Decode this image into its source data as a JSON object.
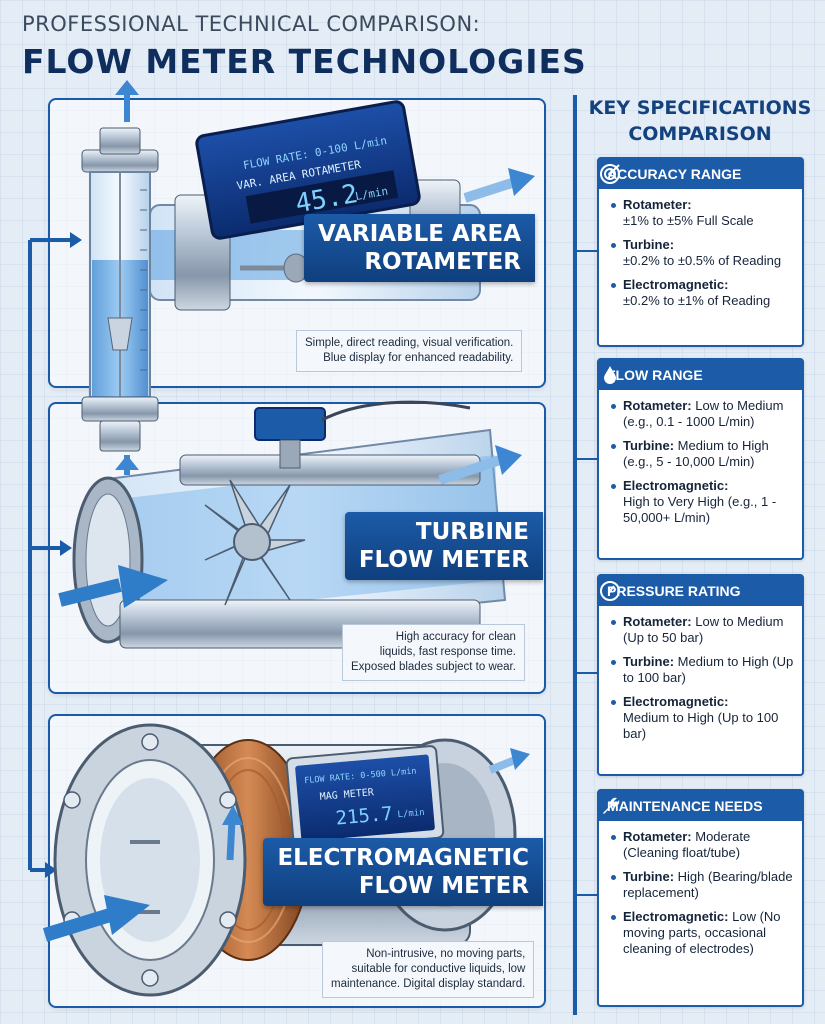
{
  "header": {
    "supertitle": "PROFESSIONAL TECHNICAL COMPARISON:",
    "title": "FLOW METER TECHNOLOGIES"
  },
  "colors": {
    "primary": "#1c5ba8",
    "dark": "#0f3f7e",
    "background": "#e4edf6",
    "display": "#0f2e7a",
    "display_text": "#7fd0ff"
  },
  "meters": [
    {
      "name_line1": "VARIABLE AREA",
      "name_line2": "ROTAMETER",
      "display_line1": "FLOW RATE: 0-100 L/min",
      "display_line2": "VAR. AREA ROTAMETER",
      "display_value": "45.2",
      "display_unit": "L/min",
      "desc_line1": "Simple, direct reading, visual verification.",
      "desc_line2": "Blue display for enhanced readability."
    },
    {
      "name_line1": "TURBINE",
      "name_line2": "FLOW METER",
      "desc_line1": "High accuracy for clean",
      "desc_line2": "liquids, fast response time.",
      "desc_line3": "Exposed blades subject to wear."
    },
    {
      "name_line1": "ELECTROMAGNETIC",
      "name_line2": "FLOW METER",
      "display_line1": "FLOW RATE: 0-500 L/min",
      "display_line2": "MAG METER",
      "display_value": "215.7",
      "display_unit": "L/min",
      "desc_line1": "Non-intrusive, no moving parts,",
      "desc_line2": "suitable for conductive liquids, low",
      "desc_line3": "maintenance. Digital display standard."
    }
  ],
  "specs": {
    "heading_line1": "KEY SPECIFICATIONS",
    "heading_line2": "COMPARISON",
    "cards": [
      {
        "title": "ACCURACY RANGE",
        "icon": "target-icon",
        "items": [
          {
            "name": "Rotameter:",
            "value": "±1% to ±5% Full Scale"
          },
          {
            "name": "Turbine:",
            "value": "±0.2% to ±0.5% of Reading"
          },
          {
            "name": "Electromagnetic:",
            "value": "±0.2% to ±1% of Reading"
          }
        ]
      },
      {
        "title": "FLOW RANGE",
        "icon": "droplet-icon",
        "items": [
          {
            "name": "Rotameter:",
            "value": "Low to Medium (e.g., 0.1 - 1000 L/min)"
          },
          {
            "name": "Turbine:",
            "value": "Medium to High (e.g., 5 - 10,000 L/min)"
          },
          {
            "name": "Electromagnetic:",
            "value": "High to Very High (e.g., 1 - 50,000+ L/min)"
          }
        ]
      },
      {
        "title": "PRESSURE RATING",
        "icon": "gauge-icon",
        "items": [
          {
            "name": "Rotameter:",
            "value": "Low to Medium (Up to 50 bar)"
          },
          {
            "name": "Turbine:",
            "value": "Medium to High (Up to 100 bar)"
          },
          {
            "name": "Electromagnetic:",
            "value": "Medium to High (Up to 100 bar)"
          }
        ]
      },
      {
        "title": "MAINTENANCE NEEDS",
        "icon": "wrench-icon",
        "items": [
          {
            "name": "Rotameter:",
            "value": "Moderate (Cleaning float/tube)"
          },
          {
            "name": "Turbine:",
            "value": "High (Bearing/blade replacement)"
          },
          {
            "name": "Electromagnetic:",
            "value": "Low (No moving parts, occasional cleaning of electrodes)"
          }
        ]
      }
    ]
  }
}
